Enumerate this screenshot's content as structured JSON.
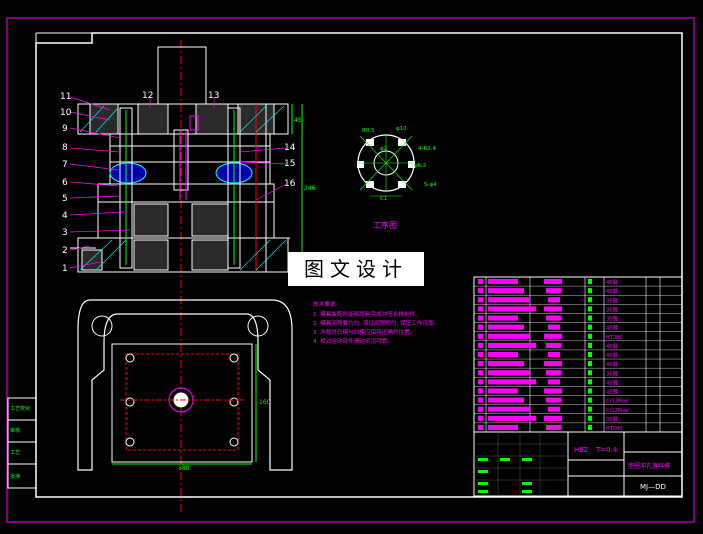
{
  "watermark": "图文设计",
  "process_label": "工序图",
  "process_dims": [
    "R0.5",
    "φ10",
    "φ2",
    "C1",
    "4-R2.4",
    "φ6.2",
    "5-φ4"
  ],
  "part_numbers_left": [
    "11",
    "10",
    "9",
    "8",
    "7",
    "6",
    "5",
    "4",
    "3",
    "2",
    "1"
  ],
  "part_numbers_top": [
    "12",
    "13"
  ],
  "part_numbers_right": [
    "14",
    "15",
    "16"
  ],
  "plan_dims": {
    "width": "180",
    "height": "160"
  },
  "side_dims": [
    "45",
    "246"
  ],
  "notes_title": "技术要求:",
  "notes": [
    "1. 模具装配时能够顺利完成冲压合格制件。",
    "2. 模具间隙要均匀, 保证间隙均匀, 保证工作可靠。",
    "3. 冲裁时凸模与凹模应保持正确的位置。",
    "4. 相对运动部件滑动灵活可靠。"
  ],
  "left_box_labels": [
    "工艺校对",
    "审核",
    "工艺",
    "批准"
  ],
  "title_block": {
    "material": "H62",
    "thickness": "T=0.4",
    "title": "垫圈冲孔落料模",
    "drawing_no": "MJ—DD"
  },
  "bom_right_column": [
    "45钢",
    "45钢",
    "35钢",
    "35钢",
    "35钢",
    "45钢",
    "HT200",
    "45钢",
    "45钢",
    "45钢",
    "35钢",
    "45钢",
    "45钢",
    "Cr12MoV",
    "Cr12MoV",
    "35钢",
    "HT200"
  ],
  "colors": {
    "background": "#000000",
    "frame": "#ffffff",
    "accent": "#ff00ff",
    "annotation": "#00ff00",
    "hatch": "#00ffff",
    "leader": "#ff0000"
  }
}
